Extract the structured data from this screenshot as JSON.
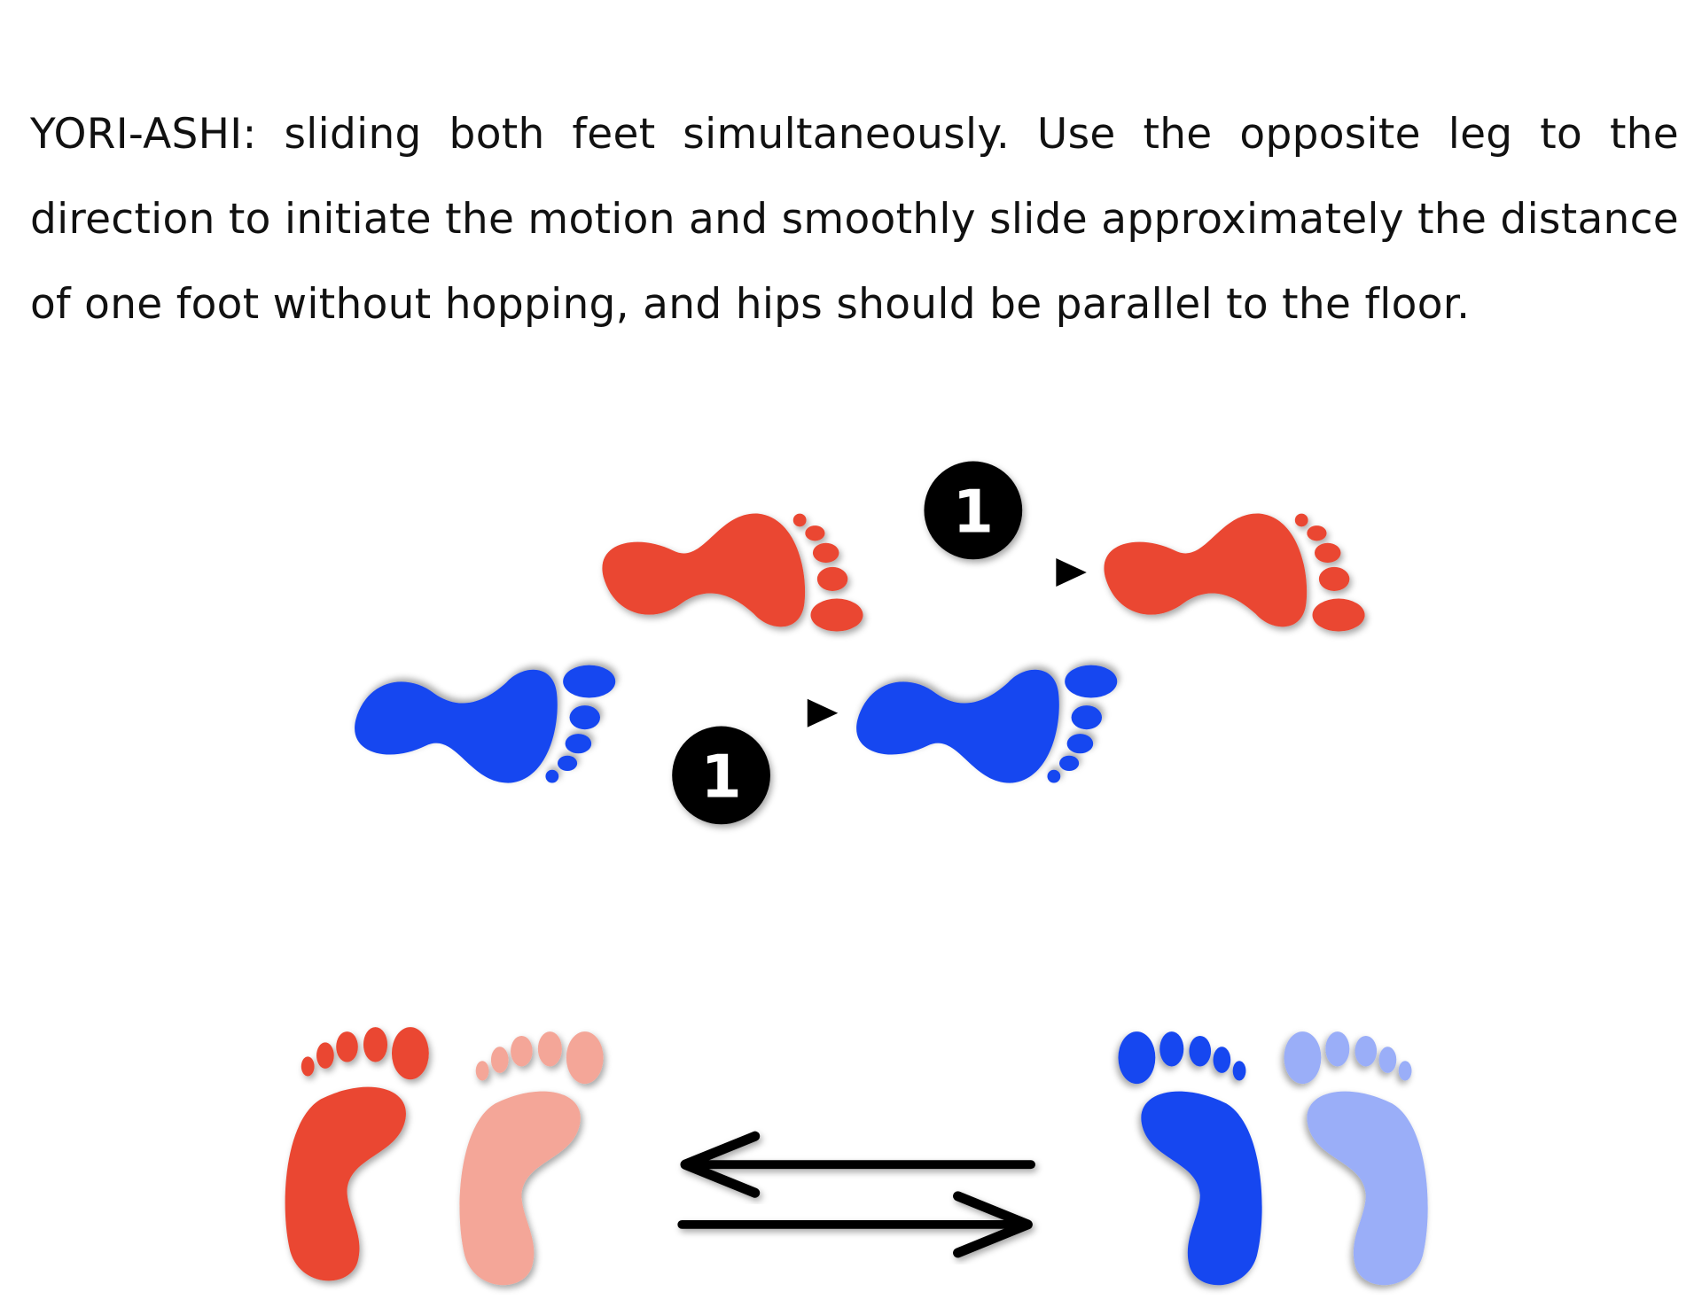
{
  "description_text": "YORI-ASHI: sliding both feet simultaneously. Use the opposite leg to the direction to initiate the motion and smoothly slide approximately the distance of one foot without hopping, and hips should be parallel to the floor.",
  "diagram": {
    "step_label_top": "1",
    "step_label_bottom": "1",
    "colors": {
      "red_foot": "#ea4630",
      "red_foot_light": "#f4a698",
      "blue_foot": "#1846f0",
      "blue_foot_light": "#9aaef8",
      "arrow": "#000000"
    }
  }
}
